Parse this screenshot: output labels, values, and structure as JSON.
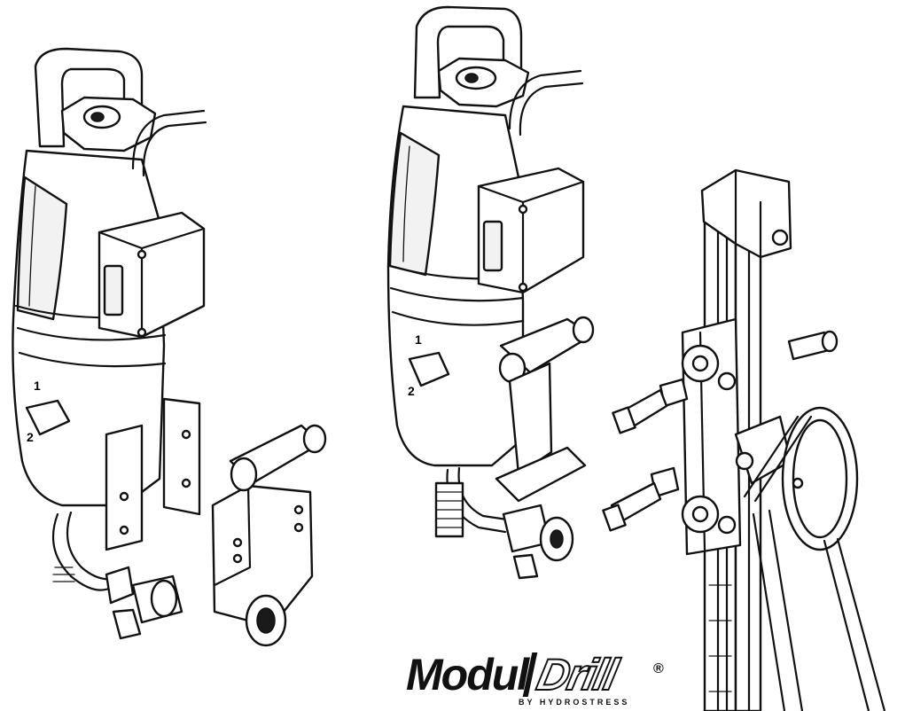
{
  "logo": {
    "word_part1": "Modul",
    "word_part2": "Drill",
    "registered": "®",
    "tagline": "BY HYDROSTRESS"
  },
  "components": {
    "drill_motor_left": "drill-motor",
    "drill_motor_center": "drill-motor-mounted",
    "carriage_bracket": "carriage-bracket",
    "drill_stand": "drill-stand-column"
  },
  "colors": {
    "ink": "#111111",
    "paper": "#ffffff"
  }
}
